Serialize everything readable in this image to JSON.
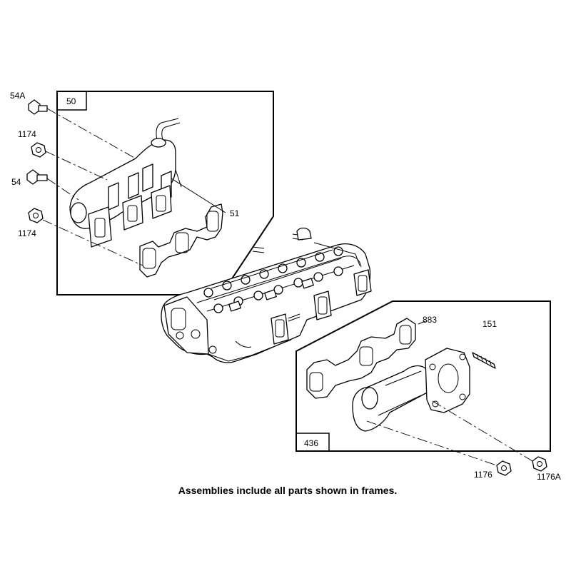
{
  "frames": [
    {
      "id": "50"
    },
    {
      "id": "436"
    }
  ],
  "callouts": {
    "bolt_54a": "54A",
    "nut_1174_top": "1174",
    "bolt_54": "54",
    "nut_1174_bottom": "1174",
    "gasket_51": "51",
    "gasket_883": "883",
    "stud_151": "151",
    "nut_1176": "1176",
    "nut_1176a": "1176A"
  },
  "caption": "Assemblies include all parts shown in frames."
}
